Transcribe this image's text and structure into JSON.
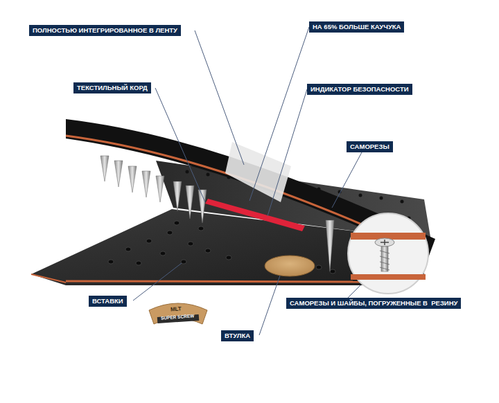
{
  "diagram": {
    "nodes": [
      {
        "text": [
          "ПОЛНОСТЬЮ ИНТЕГРИРОВАННОЕ В ЛЕНТУ"
        ]
      },
      {
        "text": [
          "НА 65% БОЛЬШЕ КАУЧУКА"
        ]
      },
      {
        "text": [
          "ТЕКСТИЛЬНЫЙ КОРД"
        ]
      },
      {
        "text": [
          "ИНДИКАТОР БЕЗОПАСНОСТИ"
        ]
      },
      {
        "text": [
          "САМОРЕЗЫ"
        ]
      },
      {
        "text": [
          "ВСТАВКИ"
        ]
      },
      {
        "text": [
          "САМОРЕЗЫ И ШАЙБЫ, ПОГРУЖЕННЫЕ В  РЕЗИНУ"
        ]
      },
      {
        "text": [
          "ВТУЛКА"
        ]
      }
    ],
    "labels": [
      "MLT",
      "SUPER SCREW"
    ]
  }
}
